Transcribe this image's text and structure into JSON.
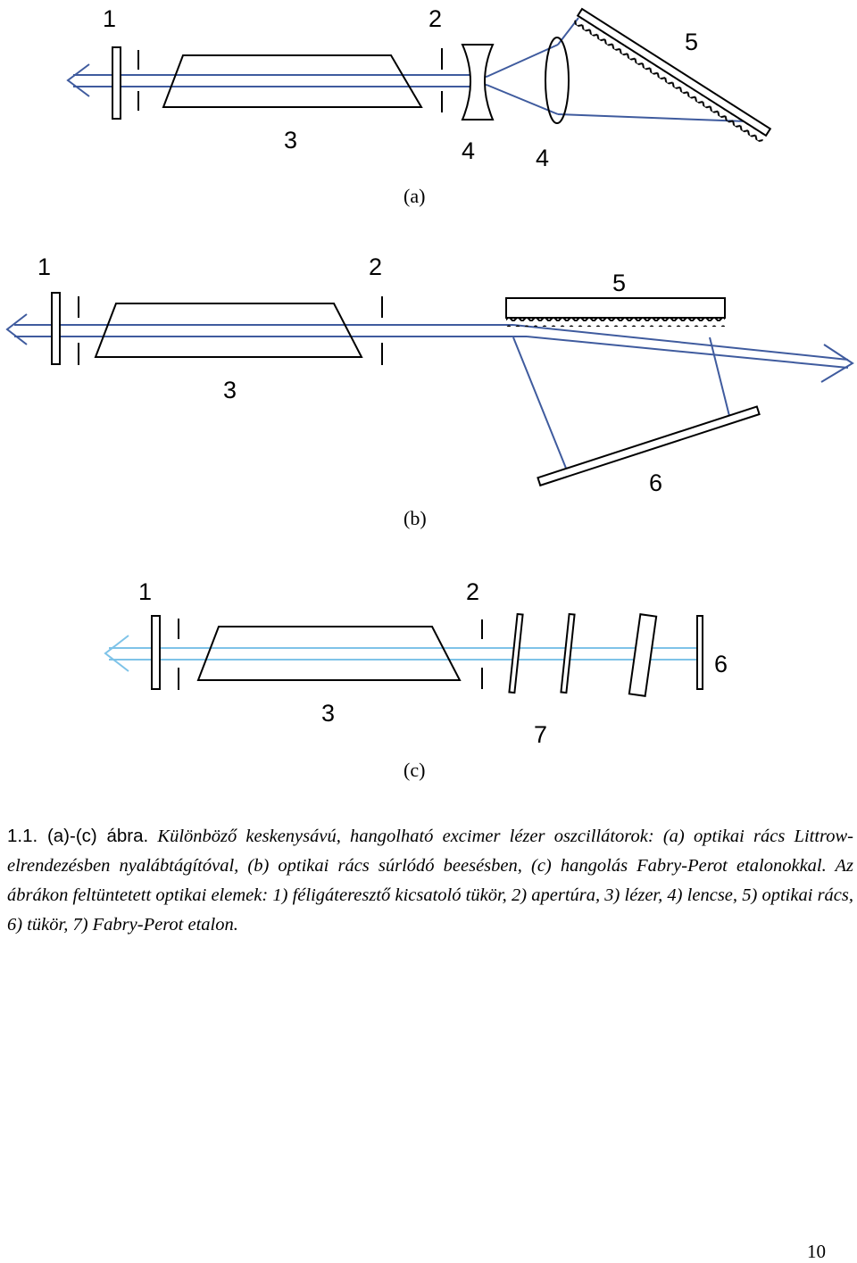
{
  "diagram_a": {
    "labels": {
      "coupler": "1",
      "aperture": "2",
      "laser": "3",
      "lens_1": "4",
      "lens_2": "4",
      "grating": "5"
    },
    "subcaption": "(a)"
  },
  "diagram_b": {
    "labels": {
      "coupler": "1",
      "aperture": "2",
      "laser": "3",
      "grating": "5",
      "mirror": "6"
    },
    "subcaption": "(b)"
  },
  "diagram_c": {
    "labels": {
      "coupler": "1",
      "aperture": "2",
      "laser": "3",
      "mirror": "6",
      "etalon": "7"
    },
    "subcaption": "(c)"
  },
  "caption": {
    "prefix": "1.1. (a)-(c) ábra.",
    "text": "Különböző keskenysávú, hangolható excimer lézer oszcillátorok: (a) optikai rács Littrow-elrendezésben nyalábtágítóval, (b) optikai rács súrlódó beesésben, (c) hangolás Fabry-Perot etalonokkal. Az ábrákon feltüntetett optikai elemek: 1) féligáteresztő kicsatoló tükör, 2) apertúra, 3) lézer, 4) lencse, 5) optikai rács, 6) tükör, 7) Fabry-Perot etalon."
  },
  "page_number": "10",
  "colors": {
    "beam": "#3f5b9e",
    "beam_light": "#7ec3e8",
    "ink": "#000000"
  }
}
